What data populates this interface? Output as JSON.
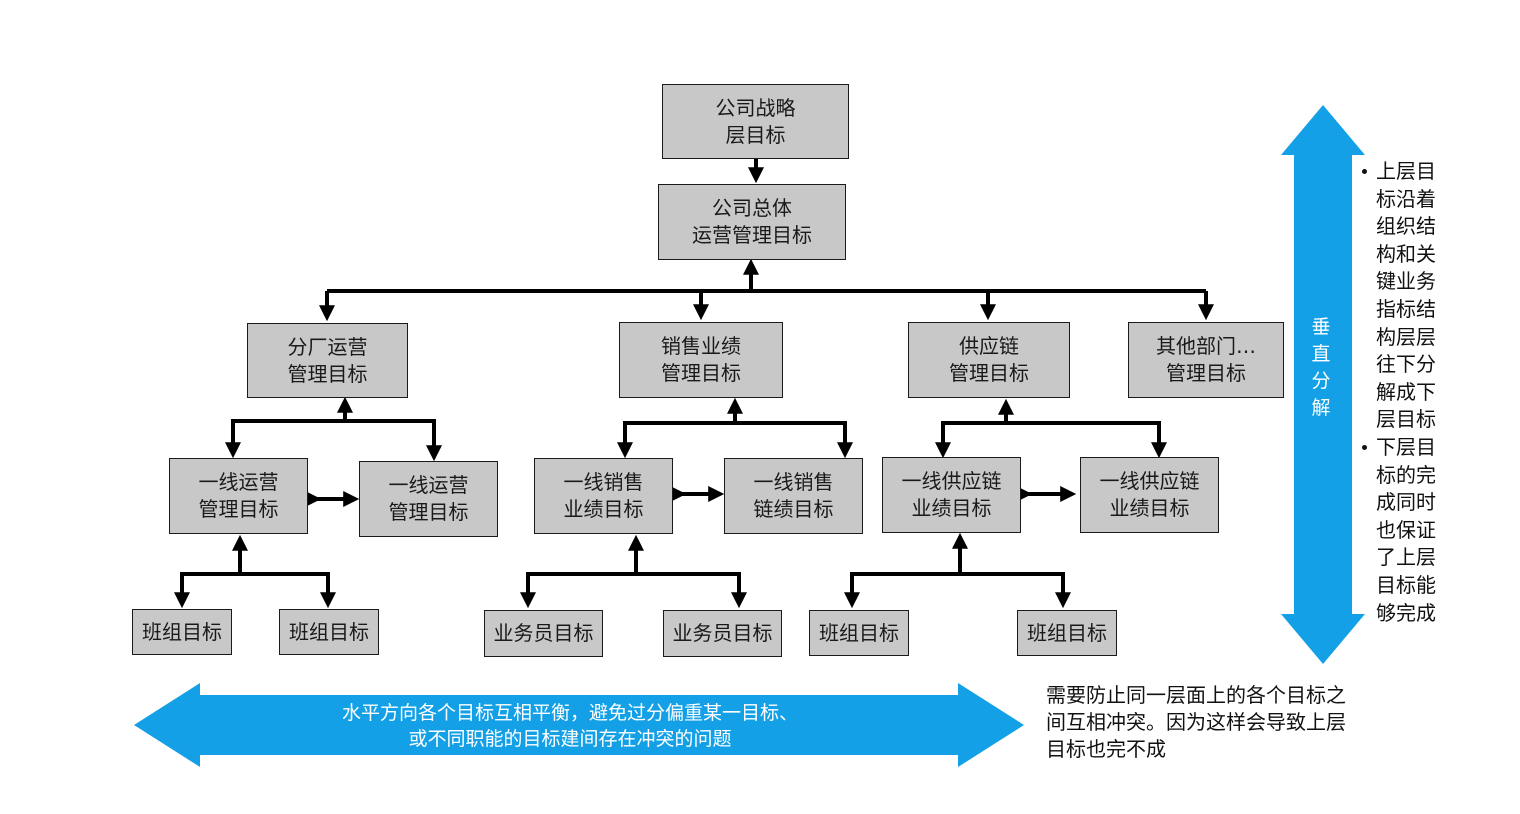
{
  "diagram": {
    "colors": {
      "box_fill": "#c8c8c8",
      "box_border": "#1a1a1a",
      "arrow_blue": "#14a0e6",
      "connector": "#000000"
    },
    "nodes": {
      "strategy": [
        "公司战略",
        "层目标"
      ],
      "corporate": [
        "公司总体",
        "运营管理目标"
      ],
      "branch_ops": [
        "分厂运营",
        "管理目标"
      ],
      "sales": [
        "销售业绩",
        "管理目标"
      ],
      "supply": [
        "供应链",
        "管理目标"
      ],
      "other": [
        "其他部门…",
        "管理目标"
      ],
      "frontline_ops_1": [
        "一线运营",
        "管理目标"
      ],
      "frontline_ops_2": [
        "一线运营",
        "管理目标"
      ],
      "frontline_sales_1": [
        "一线销售",
        "业绩目标"
      ],
      "frontline_sales_2": [
        "一线销售",
        "链绩目标"
      ],
      "frontline_supply_1": [
        "一线供应链",
        "业绩目标"
      ],
      "frontline_supply_2": [
        "一线供应链",
        "业绩目标"
      ],
      "team_1": "班组目标",
      "team_2": "班组目标",
      "salesman_1": "业务员目标",
      "salesman_2": "业务员目标",
      "team_3": "班组目标",
      "team_4": "班组目标"
    },
    "horizontal_arrow": {
      "lines": [
        "水平方向各个目标互相平衡，避免过分偏重某一目标、",
        "或不同职能的目标建间存在冲突的问题"
      ]
    },
    "vertical_arrow": {
      "chars": [
        "垂",
        "直",
        "分",
        "解"
      ]
    },
    "side_notes": [
      [
        "上层目",
        "标沿着",
        "组织结",
        "构和关",
        "键业务",
        "指标结",
        "构层层",
        "往下分",
        "解成下",
        "层目标"
      ],
      [
        "下层目",
        "标的完",
        "成同时",
        "也保证",
        "了上层",
        "目标能",
        "够完成"
      ]
    ],
    "bottom_note": [
      "需要防止同一层面上的各个目标之",
      "间互相冲突。因为这样会导致上层",
      "目标也完不成"
    ]
  }
}
